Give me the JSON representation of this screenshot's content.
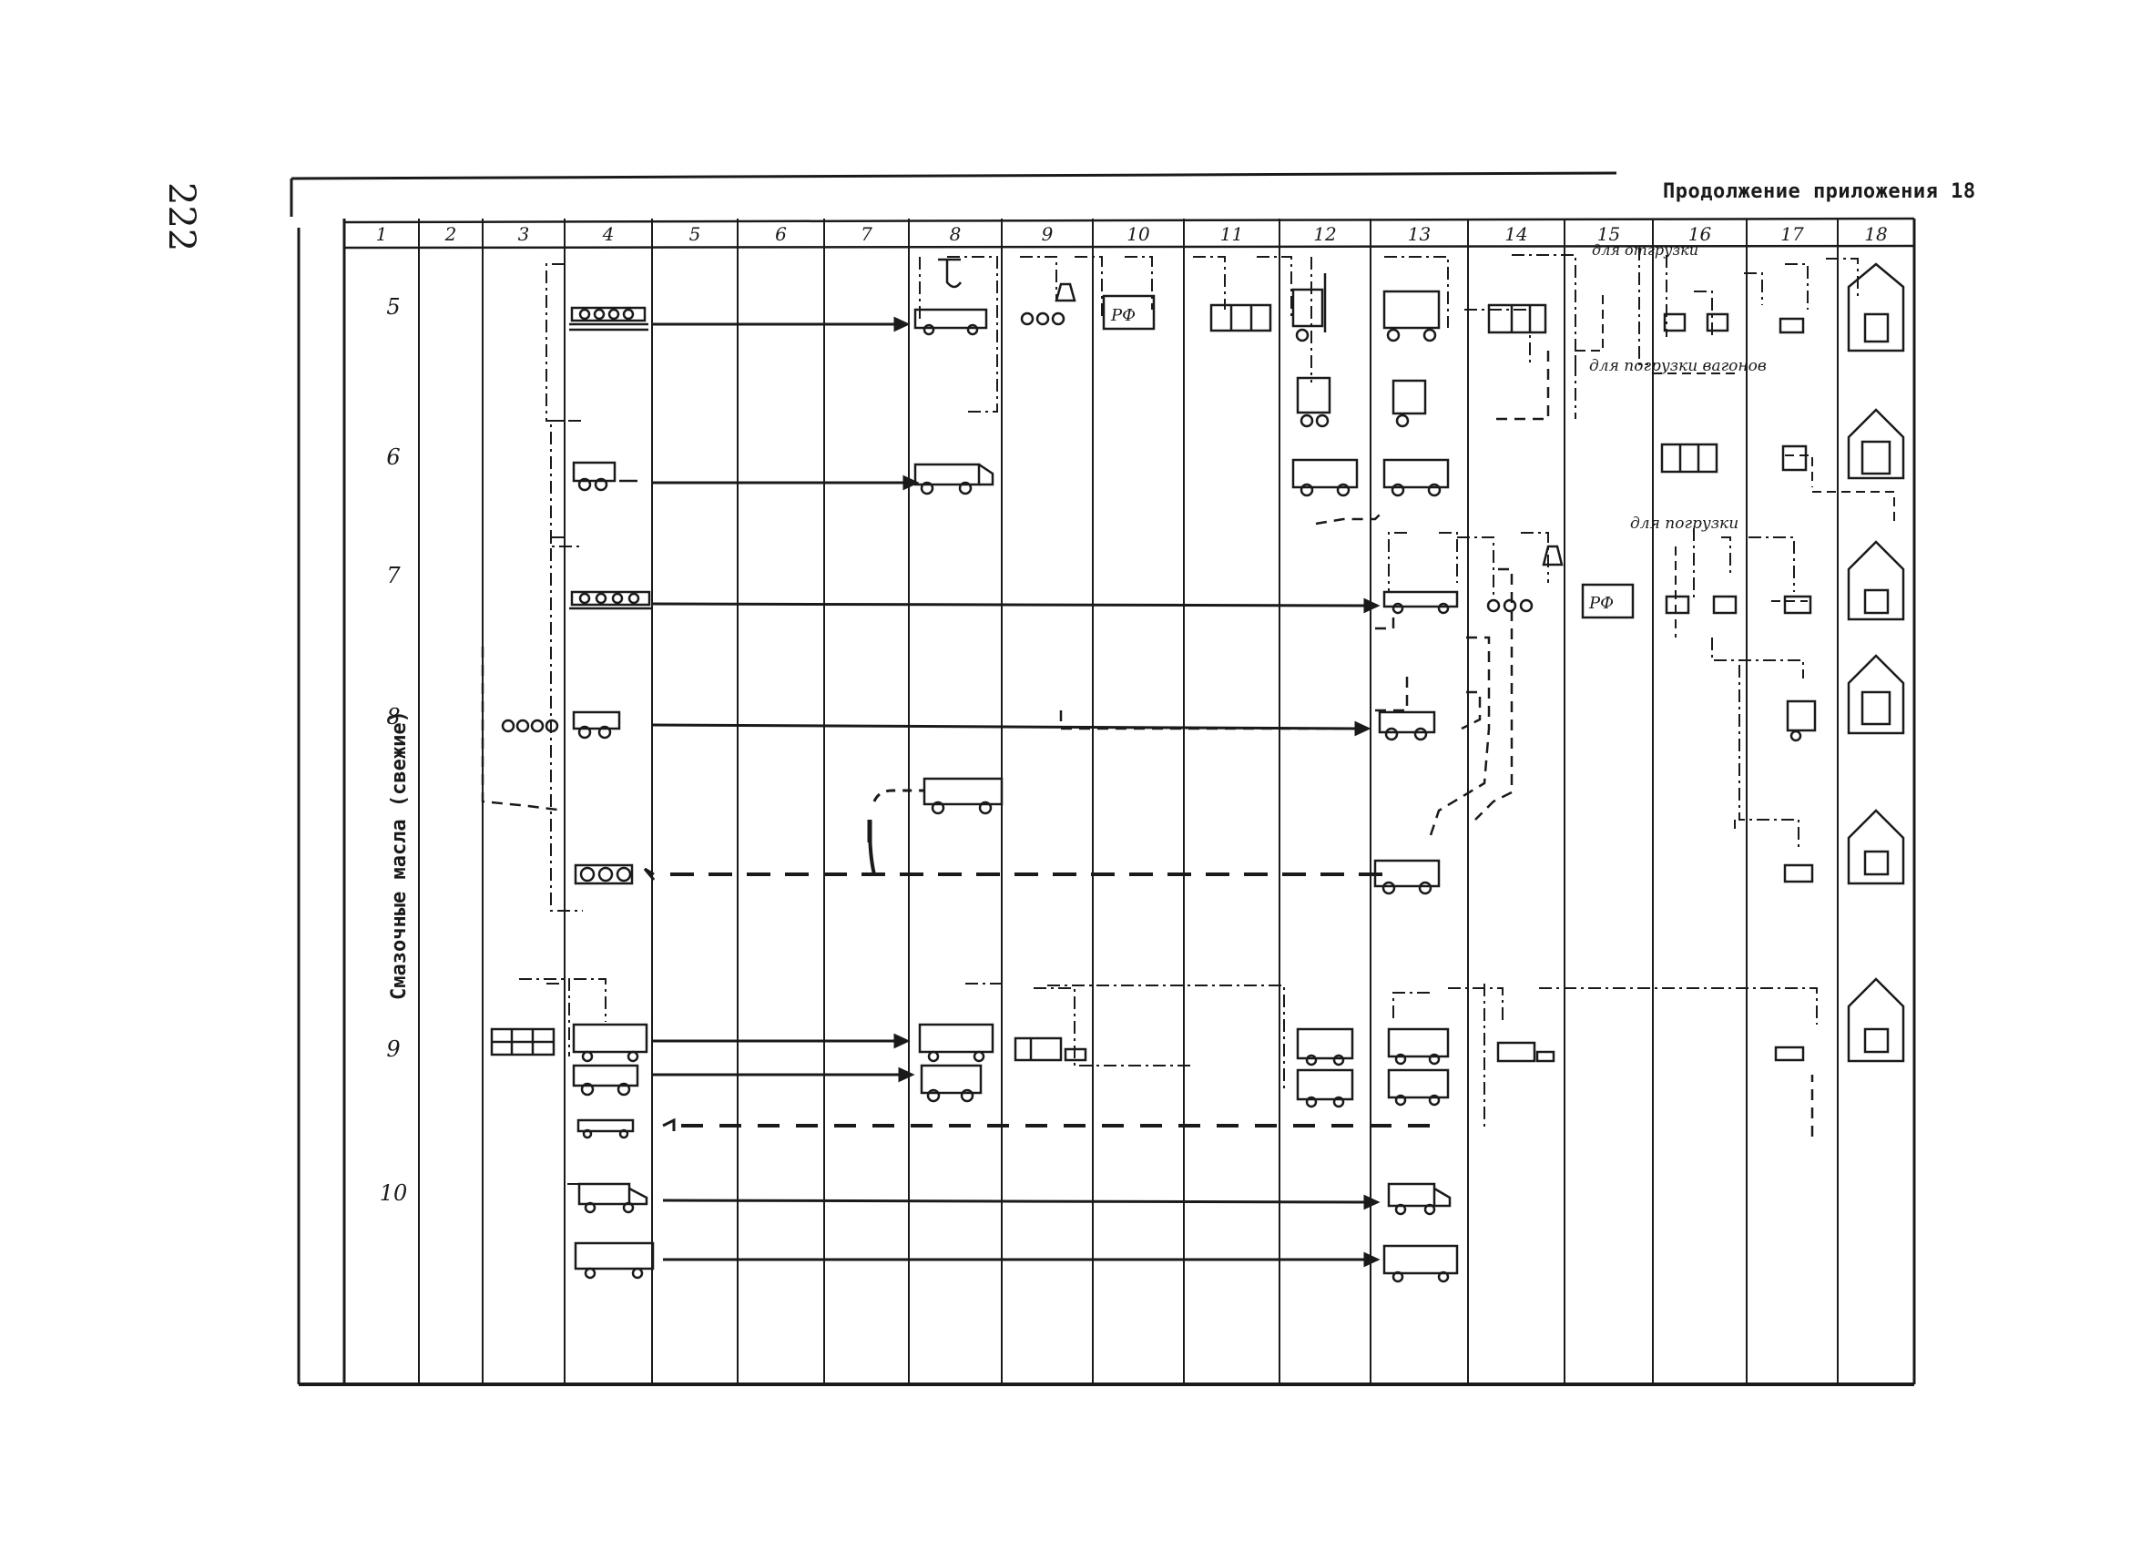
{
  "page": {
    "page_number": "222",
    "caption": "Продолжение приложения 18",
    "side_label": "Смазочные масла (свежие)"
  },
  "columns": [
    "1",
    "2",
    "3",
    "4",
    "5",
    "6",
    "7",
    "8",
    "9",
    "10",
    "11",
    "12",
    "13",
    "14",
    "15",
    "16",
    "17",
    "18"
  ],
  "rows": [
    "5",
    "6",
    "7",
    "8",
    "9",
    "10"
  ],
  "annotations": [
    "для отгрузки",
    "для погрузки вагонов",
    "для погрузки"
  ],
  "colors": {
    "ink": "#1a1a1a",
    "paper": "#ffffff"
  },
  "icons": [
    "rail-wagon-icon",
    "truck-icon",
    "crane-hook-icon",
    "forklift-icon",
    "scale-icon",
    "barrel-stack-icon",
    "warehouse-icon",
    "container-icon"
  ]
}
